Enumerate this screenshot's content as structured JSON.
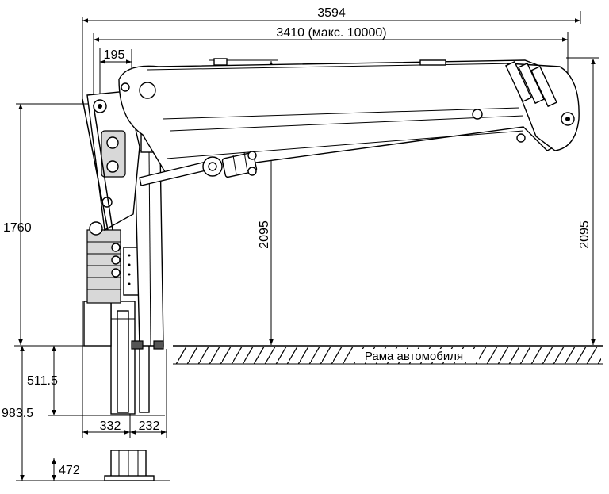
{
  "dimensions": {
    "overall_length": "3594",
    "reach": "3410 (макс. 10000)",
    "offset_top": "195",
    "column_height": "1760",
    "height_mid": "2095",
    "height_tip": "2095",
    "depth_upper": "511.5",
    "depth_total": "983.5",
    "base_left": "332",
    "base_right": "232",
    "foot": "472"
  },
  "labels": {
    "frame": "Рама автомобиля"
  },
  "colors": {
    "line": "#000000",
    "background": "#ffffff"
  }
}
